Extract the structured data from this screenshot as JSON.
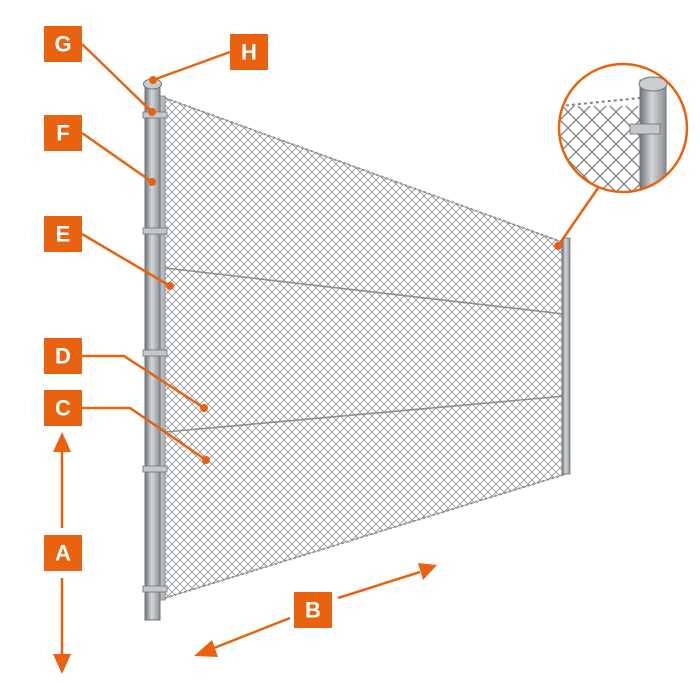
{
  "labels": {
    "a": "A",
    "b": "B",
    "c": "C",
    "d": "D",
    "e": "E",
    "f": "F",
    "g": "G",
    "h": "H"
  },
  "colors": {
    "accent": "#e8620f",
    "post": "#a9adb1",
    "post_shadow": "#6f7377",
    "mesh": "#8c9094",
    "background": "#ffffff"
  }
}
